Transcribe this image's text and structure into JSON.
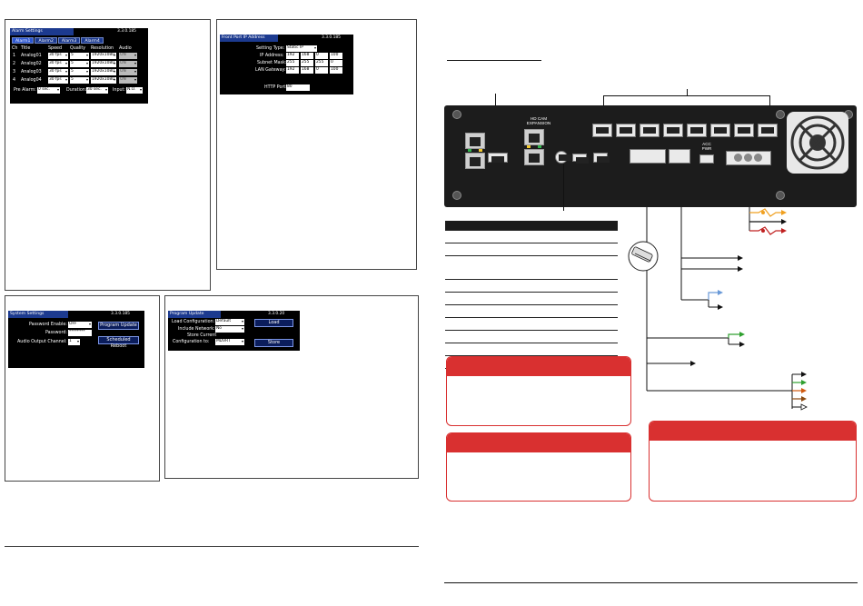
{
  "alarm": {
    "title": "Alarm Settings",
    "version": "3.3.0.185",
    "tabs": [
      "Alarm1",
      "Alarm2",
      "Alarm3",
      "Alarm4"
    ],
    "headers": [
      "Ch",
      "Title",
      "Speed",
      "Quality",
      "Resolution",
      "Audio"
    ],
    "rows": [
      {
        "ch": "1",
        "title": "Analog01",
        "speed": "30 fps",
        "quality": "5",
        "resolution": "1920x1080",
        "audio": "ON"
      },
      {
        "ch": "2",
        "title": "Analog02",
        "speed": "30 fps",
        "quality": "5",
        "resolution": "1920x1080",
        "audio": "ON"
      },
      {
        "ch": "3",
        "title": "Analog03",
        "speed": "30 fps",
        "quality": "5",
        "resolution": "1920x1080",
        "audio": "ON"
      },
      {
        "ch": "4",
        "title": "Analog04",
        "speed": "30 fps",
        "quality": "5",
        "resolution": "1920x1080",
        "audio": "ON"
      }
    ],
    "pre_alarm_label": "Pre Alarm:",
    "pre_alarm_value": "0 sec.",
    "duration_label": "Duration:",
    "duration_value": "30 sec.",
    "input_label": "Input:",
    "input_value": "N.O."
  },
  "ip": {
    "title": "Front Port IP Address",
    "version": "3.3.0.185",
    "setting_type_label": "Setting Type:",
    "setting_type_value": "Static IP",
    "ip_label": "IP Address:",
    "ip_values": [
      "192",
      "168",
      "0",
      "100"
    ],
    "subnet_label": "Subnet Mask:",
    "subnet_values": [
      "255",
      "255",
      "255",
      "0"
    ],
    "gateway_label": "LAN Gateway:",
    "gateway_values": [
      "192",
      "168",
      "0",
      "100"
    ],
    "http_label": "HTTP Port:",
    "http_value": "80"
  },
  "system": {
    "title": "System Settings",
    "version": "3.3.0.185",
    "password_enable_label": "Password Enable:",
    "password_enable_value": "OFF",
    "password_label": "Password:",
    "password_value": "********",
    "audio_label": "Audio Output Channel:",
    "audio_value": "1",
    "program_update_label": "Program Update",
    "scheduled_reboot_label": "Scheduled Reboot"
  },
  "program": {
    "title": "Program Update",
    "version": "3.3.0.20",
    "load_config_label": "Load Configuration:",
    "load_config_value": "Default",
    "include_network_label": "Include Network:",
    "include_network_value": "No",
    "store_label_1": "Store Current",
    "store_label_2": "Configuration to:",
    "store_value": "MDVRT",
    "load_button": "Load",
    "store_button": "Store"
  },
  "device": {
    "hd_cam_label_1": "HD CAM",
    "hd_cam_label_2": "EXPANSION",
    "acc_label_1": "ACC",
    "acc_label_2": "PWR"
  },
  "colors": {
    "screen_title_bar": "#1c3a8f",
    "warning_red": "#d93030",
    "wire_orange": "#f0a020",
    "wire_red": "#c02020",
    "wire_blue": "#6a9ad8",
    "wire_green": "#30a030",
    "wire_brown": "#8a4a10",
    "wire_dark_orange": "#d05a10"
  }
}
